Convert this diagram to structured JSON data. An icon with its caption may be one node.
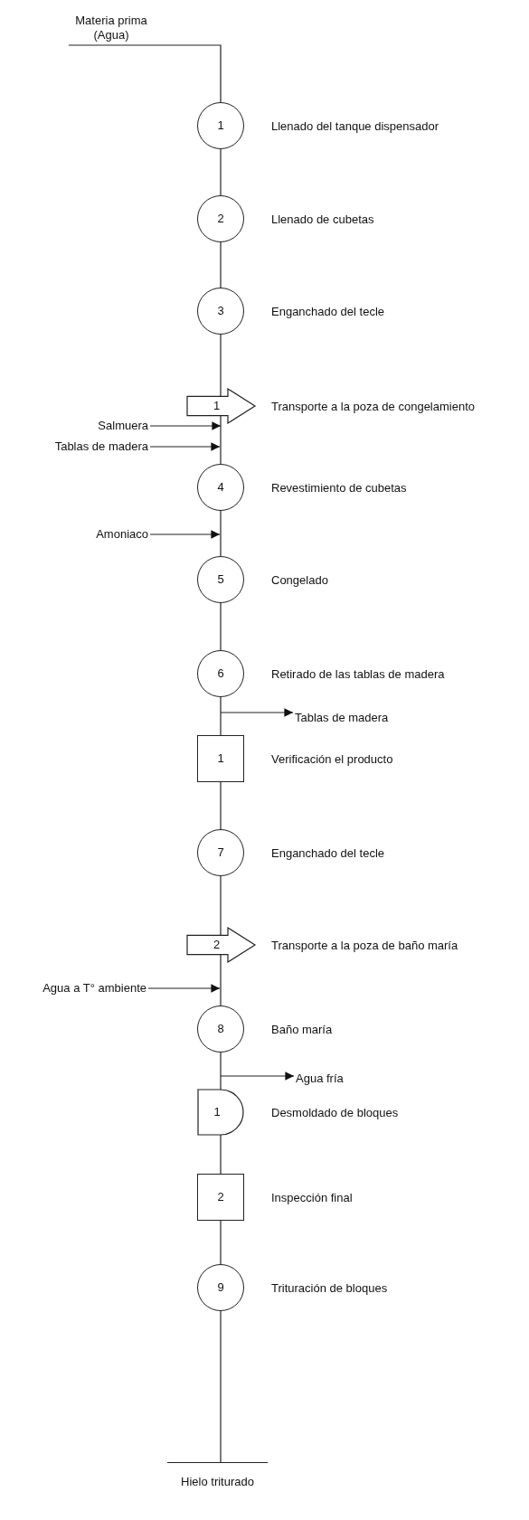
{
  "diagram": {
    "nodes": [
      {
        "text": [
          "Materia prima (Agua)"
        ]
      },
      {
        "text": [
          "1"
        ],
        "beside": [
          "Llenado del tanque dispensador"
        ]
      },
      {
        "text": [
          "2"
        ],
        "beside": [
          "Llenado de cubetas"
        ]
      },
      {
        "text": [
          "3"
        ],
        "beside": [
          "Enganchado del tecle"
        ]
      },
      {
        "text": [
          "1"
        ],
        "beside": [
          "Transporte a la poza de congelamiento"
        ]
      },
      {
        "text": [
          "Salmuera"
        ]
      },
      {
        "text": [
          "Tablas de madera"
        ]
      },
      {
        "text": [
          "4"
        ],
        "beside": [
          "Revestimiento de cubetas"
        ]
      },
      {
        "text": [
          "Amoniaco"
        ]
      },
      {
        "text": [
          "5"
        ],
        "beside": [
          "Congelado"
        ]
      },
      {
        "text": [
          "6"
        ],
        "beside": [
          "Retirado de las tablas de madera"
        ]
      },
      {
        "text": [
          "Tablas de madera"
        ]
      },
      {
        "text": [
          "1"
        ],
        "beside": [
          "Verificación el producto"
        ]
      },
      {
        "text": [
          "7"
        ],
        "beside": [
          "Enganchado del tecle"
        ]
      },
      {
        "text": [
          "2"
        ],
        "beside": [
          "Transporte a la poza de baño maría"
        ]
      },
      {
        "text": [
          "Agua a T° ambiente"
        ]
      },
      {
        "text": [
          "8"
        ],
        "beside": [
          "Baño maría"
        ]
      },
      {
        "text": [
          "Agua fría"
        ]
      },
      {
        "text": [
          "1"
        ],
        "beside": [
          "Desmoldado de bloques"
        ]
      },
      {
        "text": [
          "2"
        ],
        "beside": [
          "Inspección final"
        ]
      },
      {
        "text": [
          "9"
        ],
        "beside": [
          "Trituración de bloques"
        ]
      },
      {
        "text": [
          "Hielo triturado"
        ]
      }
    ],
    "edges": [
      {
        "from": 0,
        "to": 1,
        "arrow": "none"
      },
      {
        "from": 1,
        "to": 2,
        "arrow": "none"
      },
      {
        "from": 2,
        "to": 3,
        "arrow": "none"
      },
      {
        "from": 3,
        "to": 4,
        "arrow": "none"
      },
      {
        "from": 4,
        "to": 7,
        "arrow": "none"
      },
      {
        "from": 7,
        "to": 9,
        "arrow": "none"
      },
      {
        "from": 9,
        "to": 10,
        "arrow": "none"
      },
      {
        "from": 10,
        "to": 12,
        "arrow": "none"
      },
      {
        "from": 12,
        "to": 13,
        "arrow": "none"
      },
      {
        "from": 13,
        "to": 14,
        "arrow": "none"
      },
      {
        "from": 14,
        "to": 16,
        "arrow": "none"
      },
      {
        "from": 16,
        "to": 18,
        "arrow": "none"
      },
      {
        "from": 18,
        "to": 19,
        "arrow": "none"
      },
      {
        "from": 19,
        "to": 20,
        "arrow": "none"
      },
      {
        "from": 20,
        "to": 21,
        "arrow": "none"
      },
      {
        "from": 5,
        "to": 4,
        "arrow": "to"
      },
      {
        "from": 6,
        "to": 7,
        "arrow": "to"
      },
      {
        "from": 8,
        "to": 7,
        "arrow": "to"
      },
      {
        "from": 15,
        "to": 16,
        "arrow": "to"
      },
      {
        "from": 10,
        "to": 11,
        "arrow": "to"
      },
      {
        "from": 18,
        "to": 17,
        "arrow": "to"
      }
    ]
  }
}
